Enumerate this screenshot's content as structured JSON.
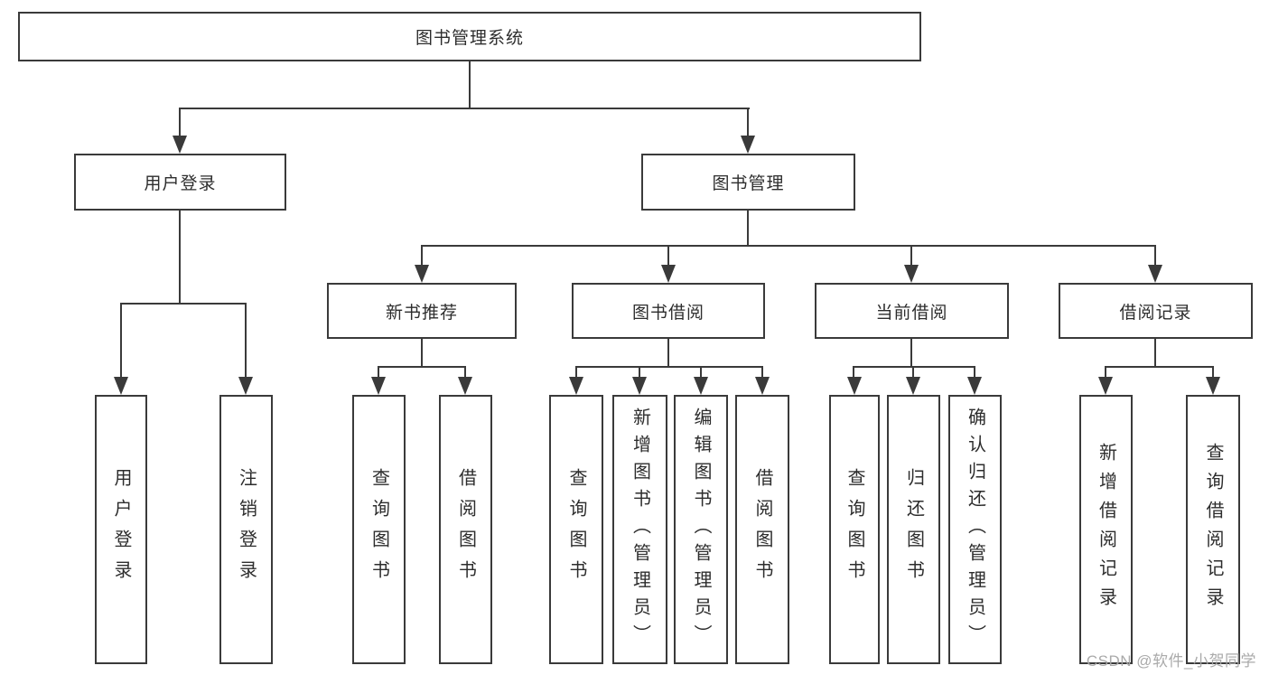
{
  "colors": {
    "line": "#3a3a3a",
    "text": "#2d2d2d",
    "background": "#ffffff",
    "watermark": "#a5a5a5"
  },
  "tree": {
    "root": {
      "label": "图书管理系统"
    },
    "branches": [
      {
        "label": "用户登录",
        "children": [
          {
            "label": "用户登录"
          },
          {
            "label": "注销登录"
          }
        ]
      },
      {
        "label": "图书管理",
        "children": [
          {
            "label": "新书推荐",
            "children": [
              {
                "label": "查询图书"
              },
              {
                "label": "借阅图书"
              }
            ]
          },
          {
            "label": "图书借阅",
            "children": [
              {
                "label": "查询图书"
              },
              {
                "label": "新增图书（管理员）"
              },
              {
                "label": "编辑图书（管理员）"
              },
              {
                "label": "借阅图书"
              }
            ]
          },
          {
            "label": "当前借阅",
            "children": [
              {
                "label": "查询图书"
              },
              {
                "label": "归还图书"
              },
              {
                "label": "确认归还（管理员）"
              }
            ]
          },
          {
            "label": "借阅记录",
            "children": [
              {
                "label": "新增借阅记录"
              },
              {
                "label": "查询借阅记录"
              }
            ]
          }
        ]
      }
    ]
  },
  "watermark": {
    "text": "CSDN @软件_小贺同学"
  }
}
